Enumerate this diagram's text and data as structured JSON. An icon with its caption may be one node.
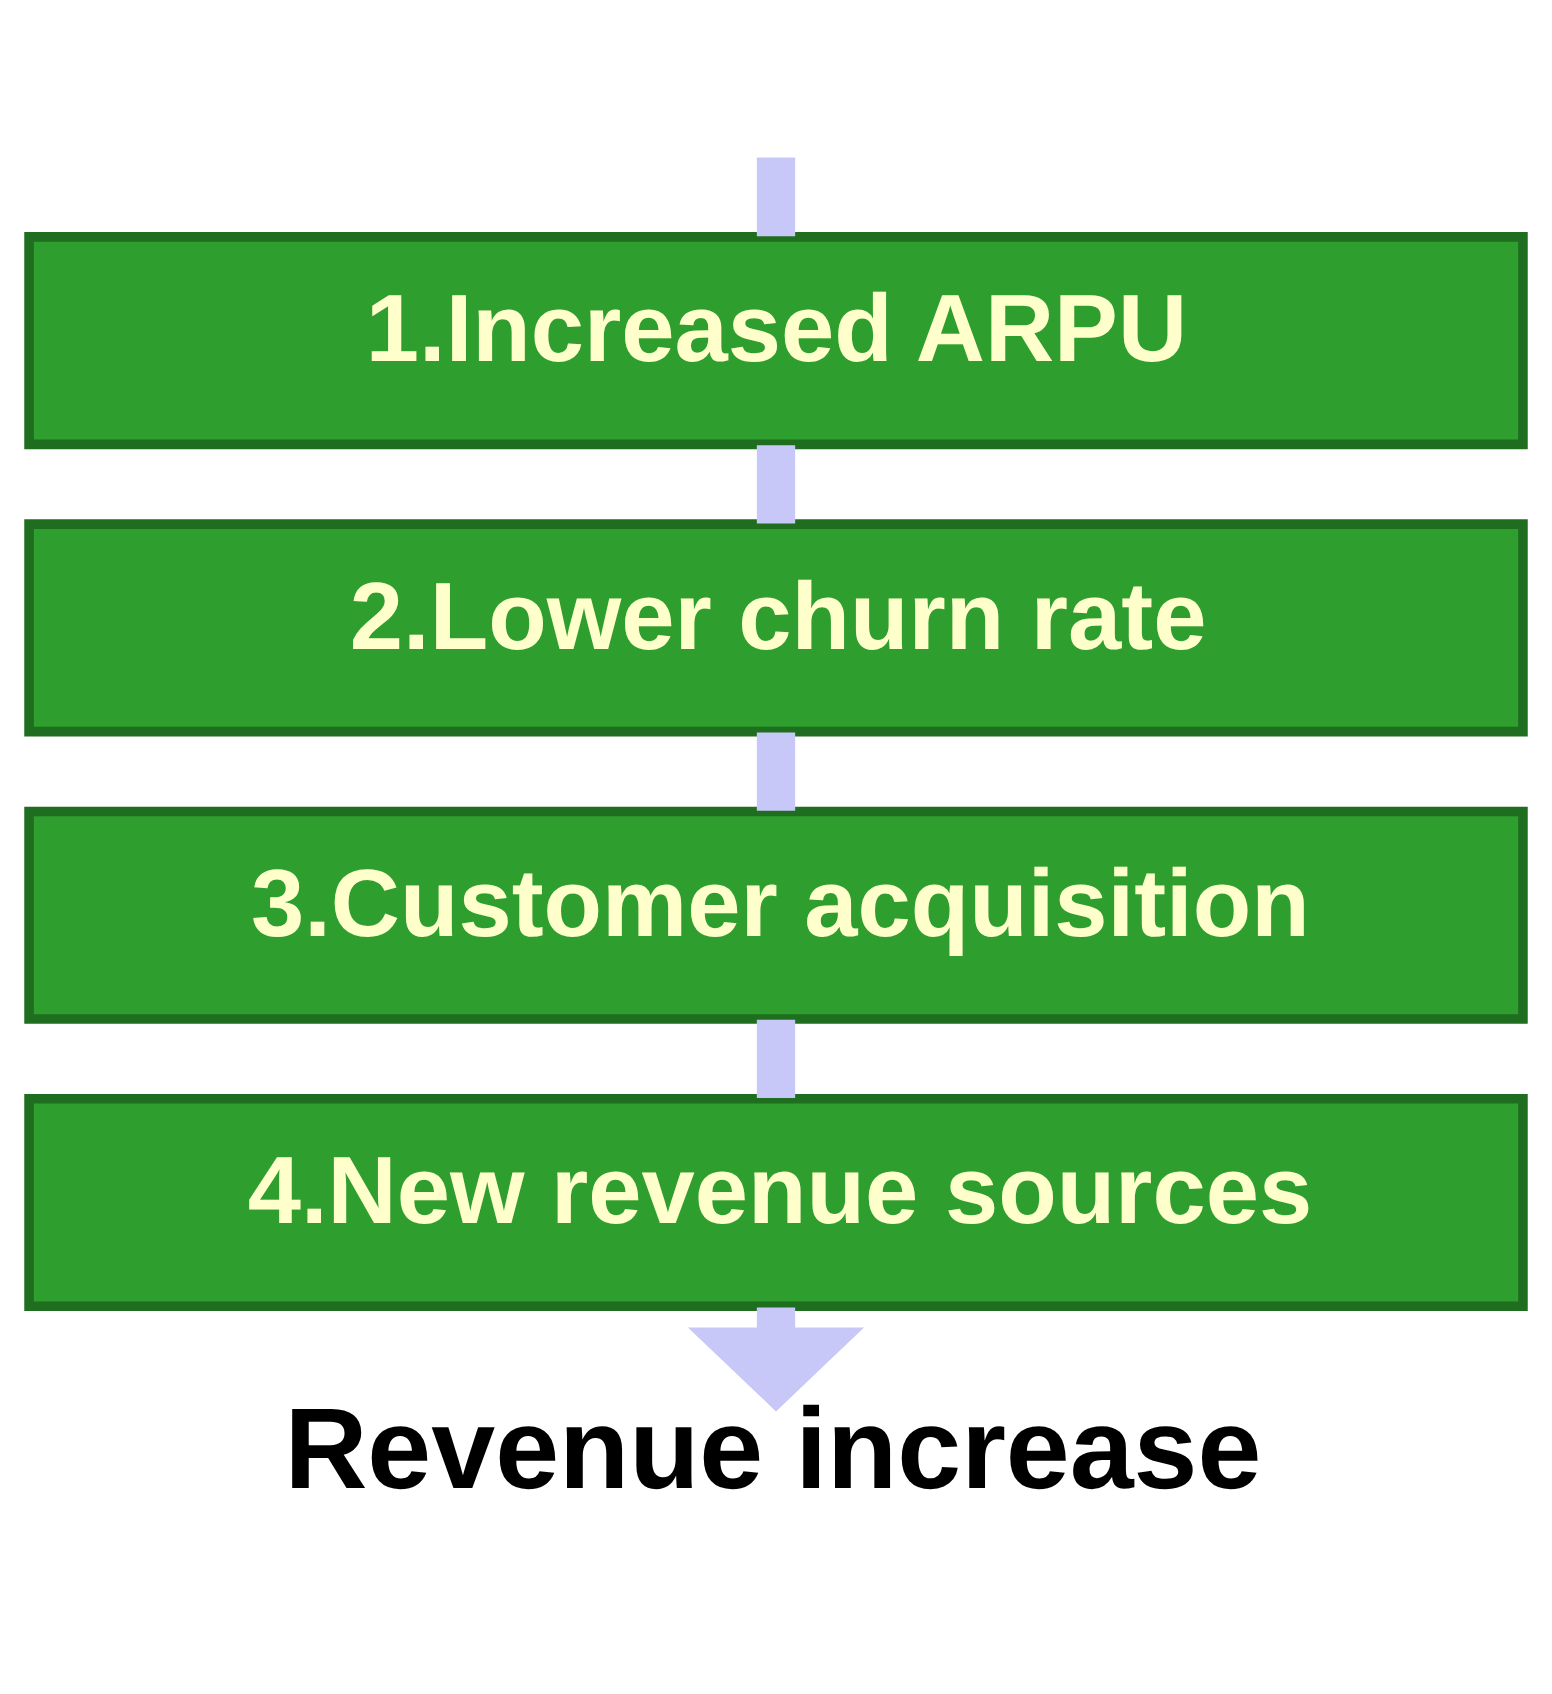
{
  "diagram": {
    "nodes": [
      {
        "text": [
          "1.Increased ARPU"
        ]
      },
      {
        "text": [
          "2.Lower churn rate"
        ]
      },
      {
        "text": [
          "3.Customer acquisition"
        ]
      },
      {
        "text": [
          "4.New revenue sources"
        ]
      },
      {
        "text": [
          "Revenue increase"
        ]
      }
    ],
    "edges": [
      {
        "from": null,
        "to": 0,
        "arrow": "none"
      },
      {
        "from": 0,
        "to": 1,
        "arrow": "none"
      },
      {
        "from": 1,
        "to": 2,
        "arrow": "none"
      },
      {
        "from": 2,
        "to": 3,
        "arrow": "none"
      },
      {
        "from": 3,
        "to": 4,
        "arrow": "to"
      }
    ]
  }
}
